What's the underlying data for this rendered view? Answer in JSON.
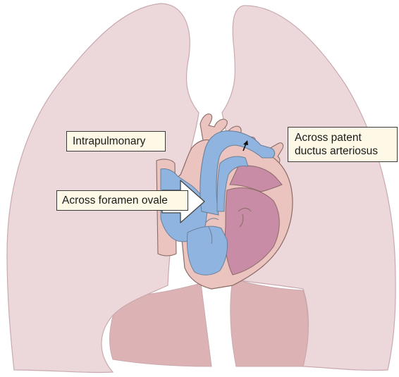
{
  "labels": {
    "intrapulmonary": "Intrapulmonary",
    "pda": "Across patent\nductus arteriosus",
    "foramen_ovale": "Across foramen ovale"
  },
  "colors": {
    "lung_fill": "#ecd8db",
    "lung_stroke": "#c9a9ae",
    "lung_lower_fill": "#ddb2b4",
    "deoxygenated_blood": "#8fb4e0",
    "oxygenated_chamber": "#c98ca6",
    "heart_wall": "#ecc4bf",
    "label_fill": "#fdf9e6",
    "arrow_fill": "#ffffff",
    "arrow_stroke": "#444444"
  },
  "icons": [
    "right-to-left-shunt-arrow-icon",
    "pda-flow-arrow-icon"
  ]
}
